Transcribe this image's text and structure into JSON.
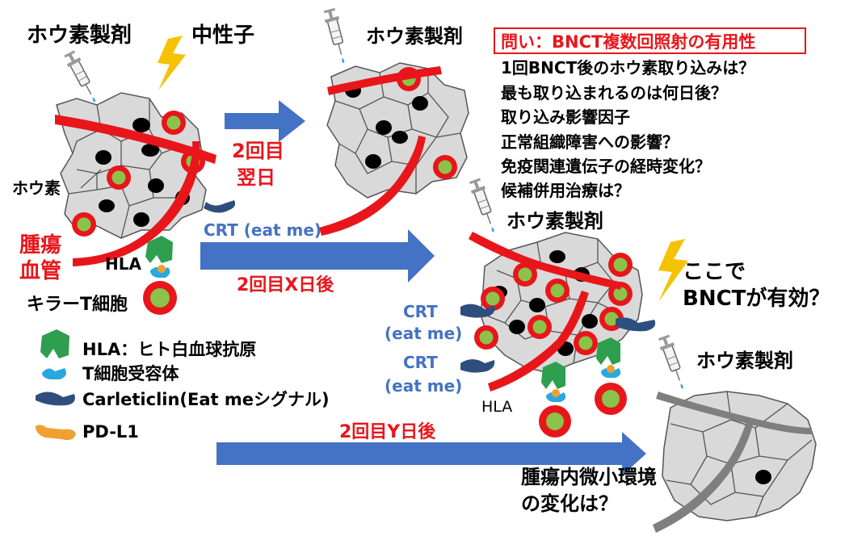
{
  "top_left": {
    "boron_drug": "ホウ素製剤",
    "neutron": "中性子",
    "boron": "ホウ素",
    "tumor_vessel_1": "腫瘍",
    "tumor_vessel_2": "血管",
    "hla": "HLA",
    "killer_t": "キラーT細胞"
  },
  "arrow_labels": {
    "day_after_1": "2回目",
    "day_after_2": "翌日",
    "crt_eat_me": "CRT (eat me)",
    "x_days": "2回目X日後",
    "y_days": "2回目Y日後"
  },
  "top_middle": {
    "boron_drug": "ホウ素製剤"
  },
  "questions": {
    "title": "問い：BNCT複数回照射の有用性",
    "items": [
      "1回BNCT後のホウ素取り込みは？",
      "最も取り込まれるのは何日後？",
      "取り込み影響因子",
      "正常組織障害への影響？",
      "免疫関連遺伝子の経時変化？",
      "候補併用治療は？"
    ]
  },
  "middle_right": {
    "boron_drug": "ホウ素製剤",
    "crt1": "CRT",
    "crt1_sub": "(eat me)",
    "crt2": "CRT",
    "crt2_sub": "(eat me)",
    "hla": "HLA",
    "effective_1": "ここで",
    "effective_2": "BNCTが有効？"
  },
  "bottom_right": {
    "boron_drug": "ホウ素製剤",
    "microenv_1": "腫瘍内微小環境",
    "microenv_2": "の変化は？"
  },
  "legend": [
    "HLA：ヒト白血球抗原",
    "T細胞受容体",
    "Carleticlin(Eat meシグナル)",
    "PD-L1"
  ],
  "colors": {
    "red": "#e8161b",
    "arrow": "#4472c4",
    "crt_text": "#4472c4",
    "cell": "#d9d9d9",
    "nucleus_green": "#8bc34a",
    "hla_green": "#2e9e4f",
    "tcr_blue": "#29a8e0",
    "crt_dark": "#2e4e7e",
    "pdl1": "#f0a030",
    "bolt": "#f5c200",
    "black": "#000000"
  }
}
